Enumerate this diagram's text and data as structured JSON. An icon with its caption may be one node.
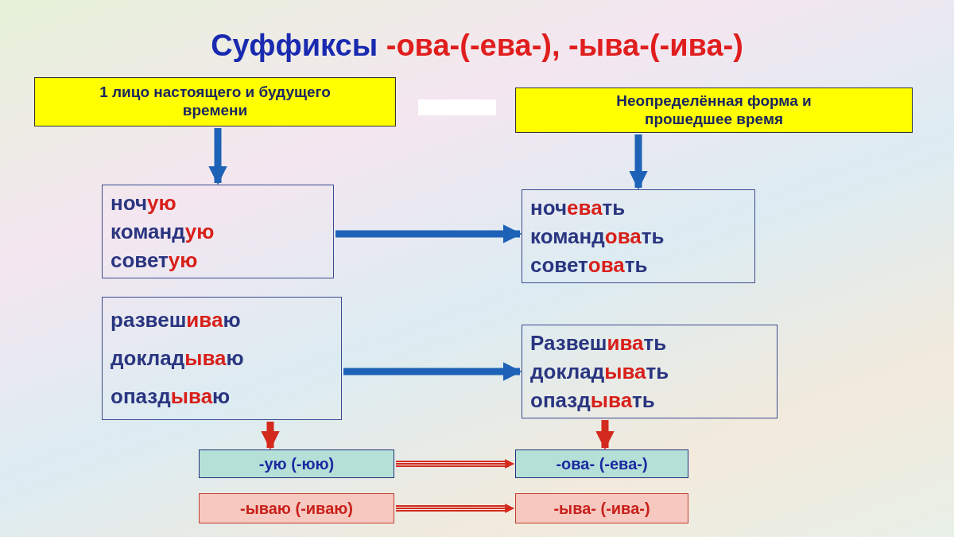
{
  "diagram": {
    "title": "Суффиксы **-ова-(-ева-), -ыва-(-ива-)**",
    "nodes": [
      {
        "text": [
          "1 лицо настоящего и будущего времени"
        ]
      },
      {
        "text": [],
        "shape": "bar"
      },
      {
        "text": [
          "Неопределённая форма и прошедшее время"
        ]
      },
      {
        "text": [
          "ноч**ую**",
          "команд**ую**",
          "совет**ую**"
        ]
      },
      {
        "text": [
          "ноч**ева**ть",
          "команд**ова**ть",
          "совет**ова**ть"
        ]
      },
      {
        "text": [
          "развеш**ива**ю",
          "доклад**ыва**ю",
          "опазд**ыва**ю"
        ]
      },
      {
        "text": [
          "Развеш**ива**ть",
          "доклад**ыва**ть",
          "опазд**ыва**ть"
        ]
      },
      {
        "text": [
          "-ую (-юю)"
        ]
      },
      {
        "text": [
          "-ова- (-ева-)"
        ]
      },
      {
        "text": [
          "-ываю (-иваю)"
        ]
      },
      {
        "text": [
          "-ыва- (-ива-)"
        ]
      }
    ],
    "edges": [
      {
        "from": 0,
        "to": 3,
        "arrow": "to"
      },
      {
        "from": 2,
        "to": 4,
        "arrow": "to"
      },
      {
        "from": 3,
        "to": 4,
        "arrow": "to"
      },
      {
        "from": 5,
        "to": 6,
        "arrow": "to"
      },
      {
        "from": 5,
        "to": 7,
        "arrow": "to",
        "color": "#d42a1e"
      },
      {
        "from": 6,
        "to": 8,
        "arrow": "to",
        "color": "#d42a1e"
      },
      {
        "from": 7,
        "to": 8,
        "arrow": "to",
        "color": "#d42a1e"
      },
      {
        "from": 9,
        "to": 10,
        "arrow": "to",
        "color": "#d42a1e"
      }
    ]
  }
}
